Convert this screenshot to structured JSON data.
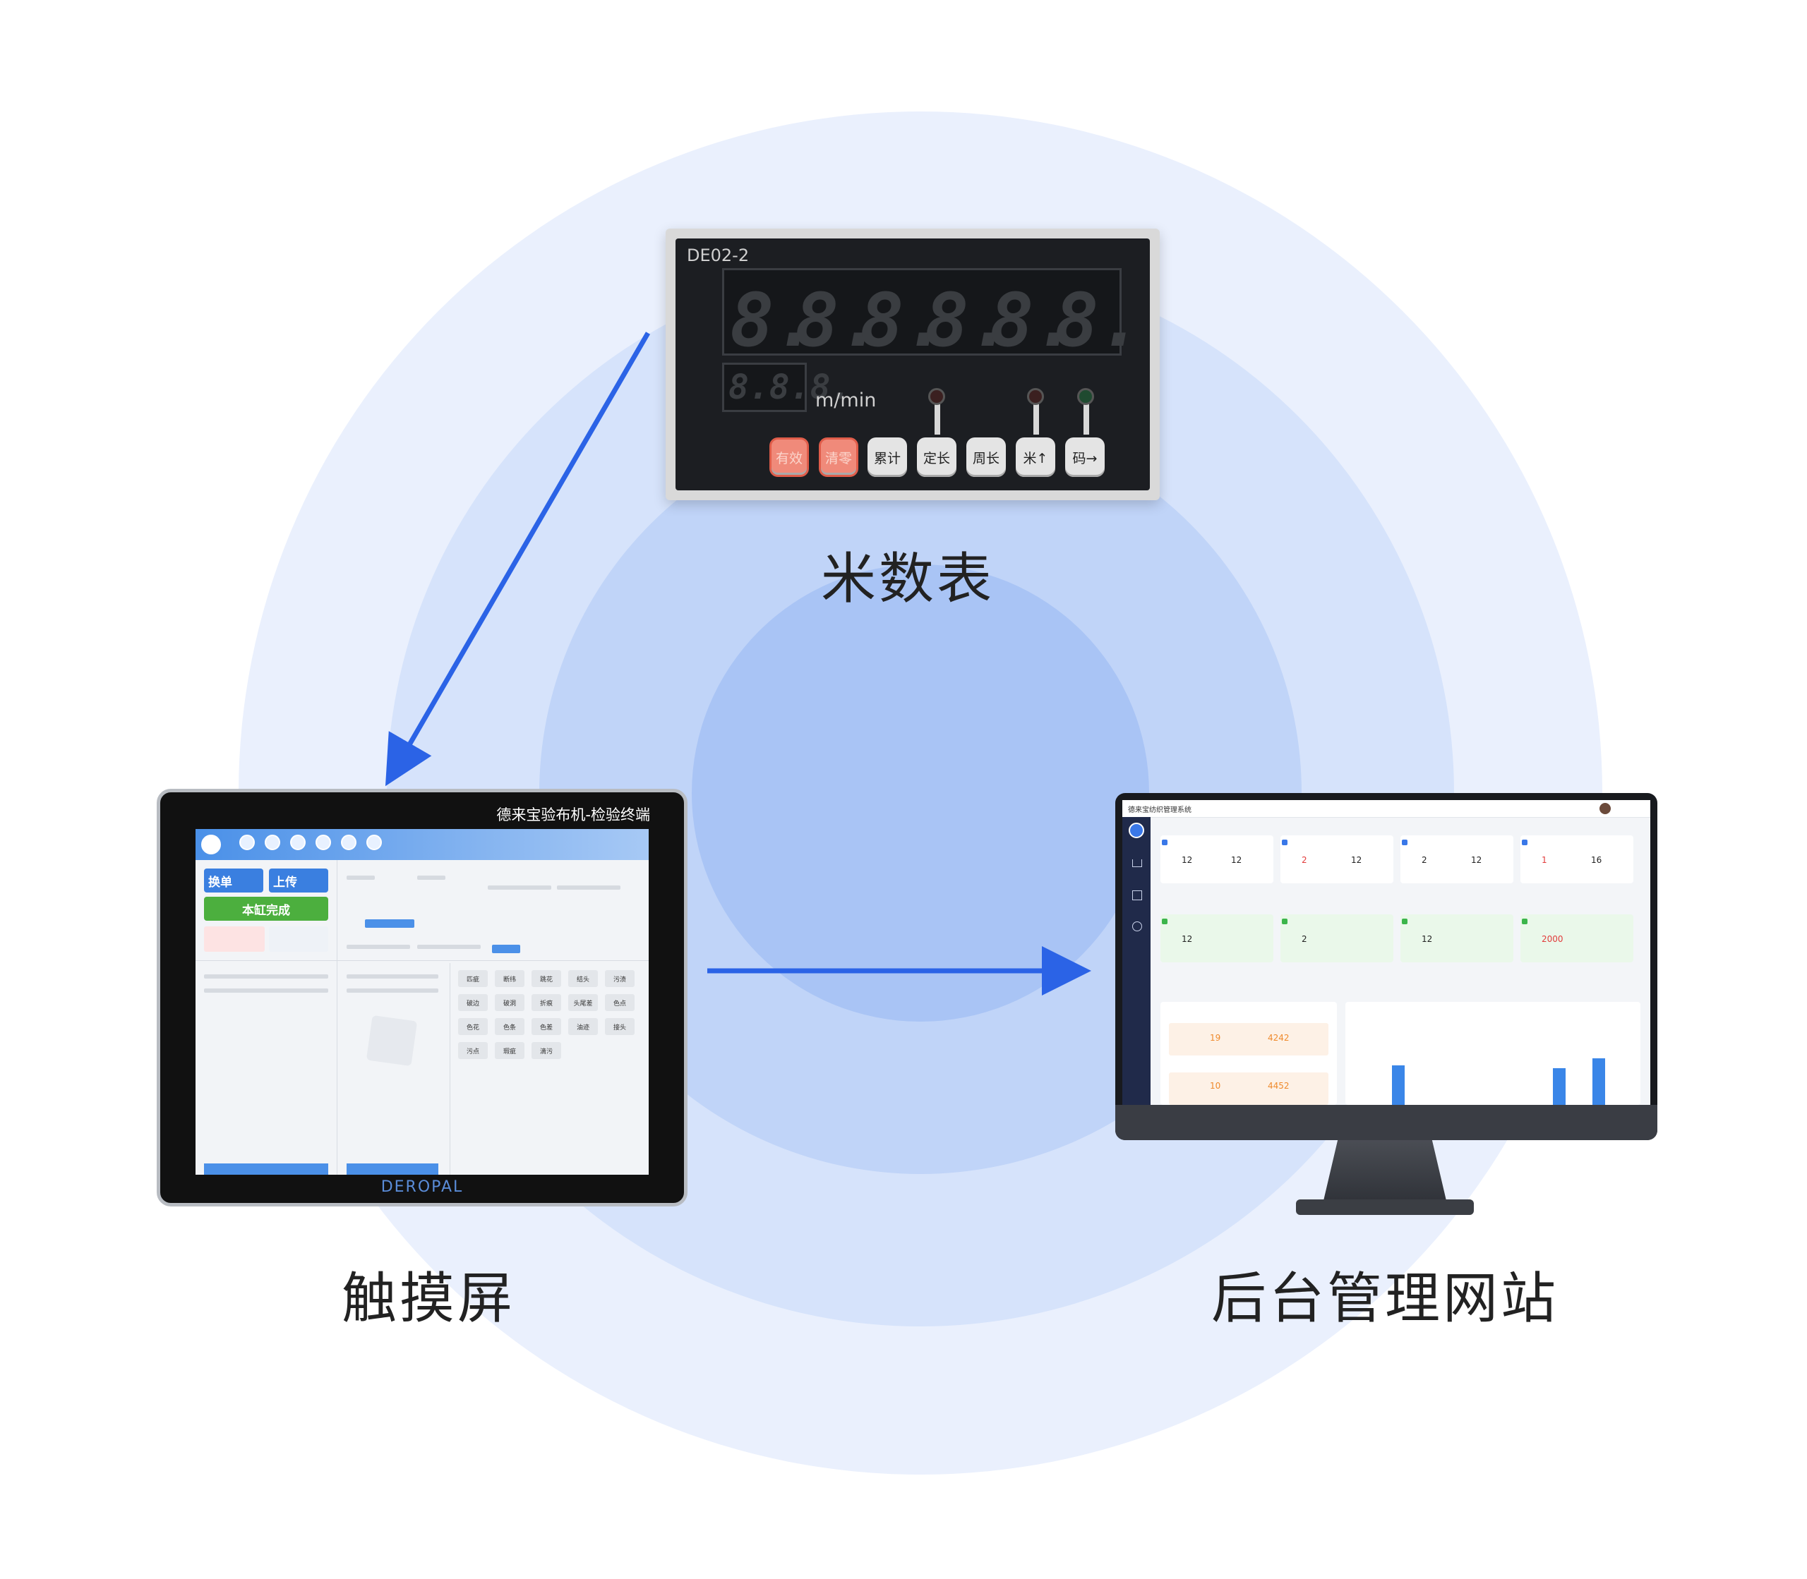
{
  "nodes": {
    "meter": {
      "label": "米数表",
      "model": "DE02-2",
      "main_digits": [
        "8.",
        "8.",
        "8.",
        "8.",
        "8.",
        "8."
      ],
      "small_display": "8.8.8.",
      "unit": "m/min",
      "buttons": [
        "有效",
        "清零",
        "累计",
        "定长",
        "周长",
        "米↑",
        "码→"
      ]
    },
    "touchscreen": {
      "label": "触摸屏",
      "title": "德来宝验布机-检验终端",
      "brand": "DEROPAL",
      "btn_swap": "换单",
      "btn_upload": "上传",
      "btn_complete": "本缸完成",
      "defects": [
        "匹疵",
        "断纬",
        "跳花",
        "结头",
        "污渍",
        "破边",
        "破洞",
        "折痕",
        "头尾差",
        "色点",
        "色花",
        "色条",
        "色差",
        "油迹",
        "接头",
        "污点",
        "瑕疵",
        "滴污"
      ]
    },
    "backend": {
      "label": "后台管理网站",
      "title": "德来宝纺织管理系统",
      "cards_row1": [
        {
          "values": [
            "12",
            "12"
          ]
        },
        {
          "values": [
            "2",
            "12"
          ]
        },
        {
          "values": [
            "2",
            "12"
          ]
        },
        {
          "values": [
            "1",
            "16"
          ]
        }
      ],
      "cards_row2": [
        {
          "values": [
            "12"
          ]
        },
        {
          "values": [
            "2"
          ]
        },
        {
          "values": [
            "12"
          ]
        },
        {
          "values": [
            "2000"
          ]
        }
      ],
      "stats": [
        "19",
        "4242",
        "10",
        "4452"
      ]
    }
  },
  "colors": {
    "arrow": "#2b63e6",
    "ring_outer": "#eaf0fd",
    "ring_mid": "#d6e3fb",
    "ring_inner": "#c0d4f8",
    "ring_core": "#a9c4f5"
  }
}
